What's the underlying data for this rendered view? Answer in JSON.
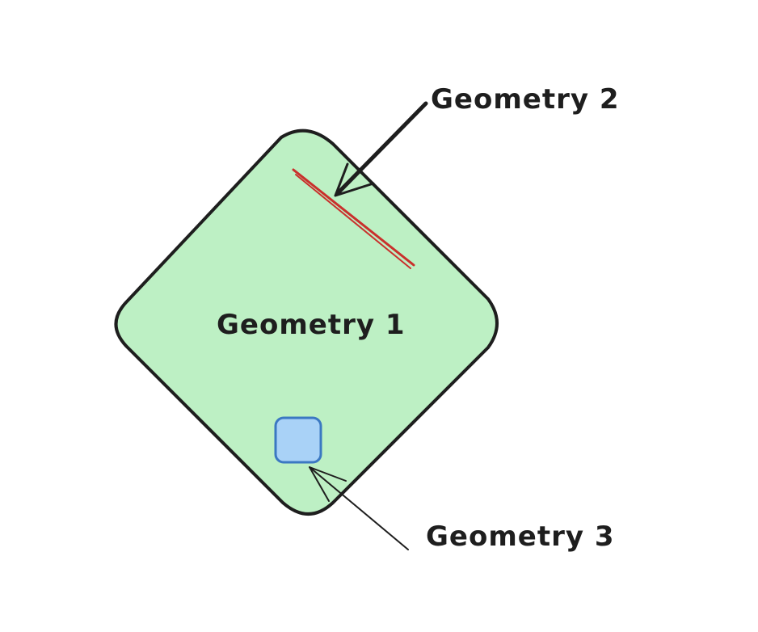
{
  "diagram": {
    "geometry_1": {
      "label": "Geometry 1",
      "fill": "#bdf0c4",
      "stroke": "#1e1e1e"
    },
    "geometry_2": {
      "label": "Geometry 2",
      "stroke": "#c9302c"
    },
    "geometry_3": {
      "label": "Geometry 3",
      "fill": "#a9d2f7",
      "stroke": "#3b78c2"
    },
    "arrow_color": "#1e1e1e"
  }
}
